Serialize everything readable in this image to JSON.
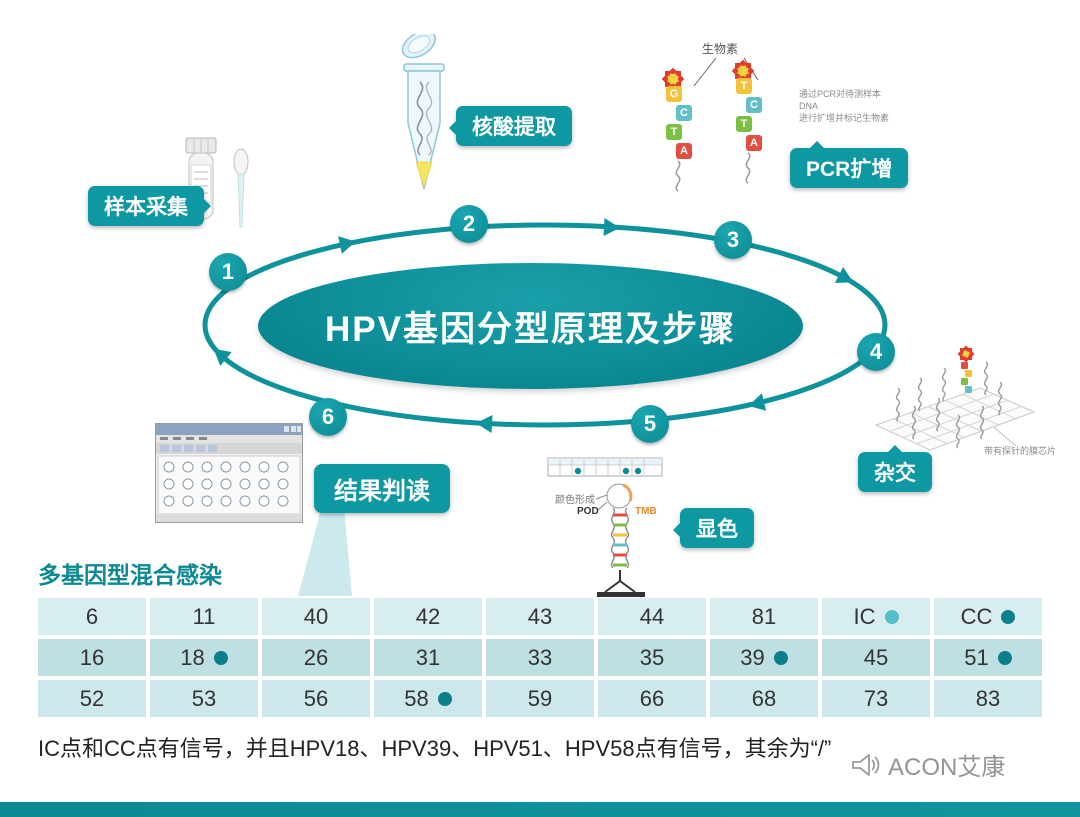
{
  "title": "HPV基因分型原理及步骤",
  "steps": [
    {
      "num": "1",
      "label": "样本采集"
    },
    {
      "num": "2",
      "label": "核酸提取"
    },
    {
      "num": "3",
      "label": "PCR扩增"
    },
    {
      "num": "4",
      "label": "杂交"
    },
    {
      "num": "5",
      "label": "显色"
    },
    {
      "num": "6",
      "label": "结果判读"
    }
  ],
  "annotations": {
    "biotin": "生物素",
    "pcr_note": "通过PCR对待测样本DNA\n进行扩增并标记生物素",
    "membrane_note": "带有探针的膜芯片",
    "color_note": "颜色形成",
    "pod_label": "POD",
    "tmb_label": "TMB"
  },
  "pcr_strands": [
    [
      "G",
      "C",
      "T",
      "A"
    ],
    [
      "T",
      "C",
      "T",
      "A"
    ]
  ],
  "section": {
    "heading": "多基因型混合感染"
  },
  "table": {
    "rows": [
      [
        {
          "label": "6"
        },
        {
          "label": "11"
        },
        {
          "label": "40"
        },
        {
          "label": "42"
        },
        {
          "label": "43"
        },
        {
          "label": "44"
        },
        {
          "label": "81"
        },
        {
          "label": "IC",
          "dot": "light"
        },
        {
          "label": "CC",
          "dot": "dark"
        }
      ],
      [
        {
          "label": "16"
        },
        {
          "label": "18",
          "dot": "dark"
        },
        {
          "label": "26"
        },
        {
          "label": "31"
        },
        {
          "label": "33"
        },
        {
          "label": "35"
        },
        {
          "label": "39",
          "dot": "dark"
        },
        {
          "label": "45"
        },
        {
          "label": "51",
          "dot": "dark"
        }
      ],
      [
        {
          "label": "52"
        },
        {
          "label": "53"
        },
        {
          "label": "56"
        },
        {
          "label": "58",
          "dot": "dark"
        },
        {
          "label": "59"
        },
        {
          "label": "66"
        },
        {
          "label": "68"
        },
        {
          "label": "73"
        },
        {
          "label": "83"
        }
      ]
    ]
  },
  "result_text": "IC点和CC点有信号，并且HPV18、HPV39、HPV51、HPV58点有信号，其余为“/”",
  "logo_text": "ACON艾康",
  "colors": {
    "teal": "#0D8C96",
    "badge_teal": "#0D98A2",
    "dot_dark": "#0B7F8B",
    "dot_light": "#55BEC7",
    "row_light": "#D8EDEF",
    "row_mid": "#BFE0E3"
  }
}
